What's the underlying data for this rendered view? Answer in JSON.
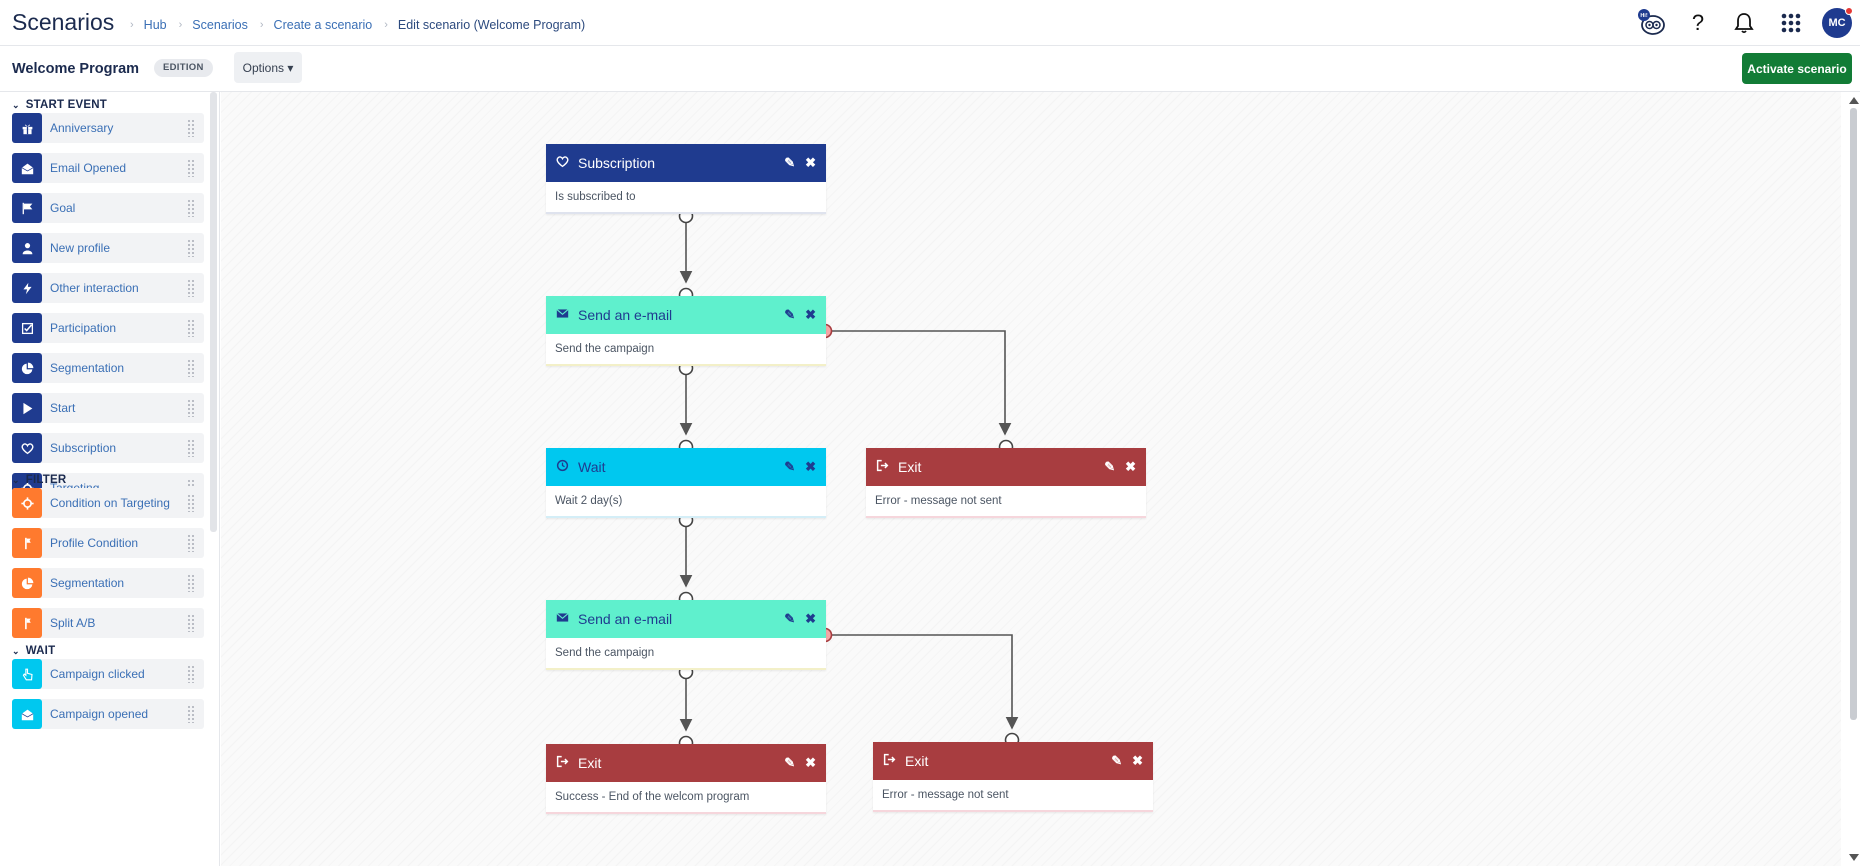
{
  "header": {
    "app_title": "Scenarios",
    "breadcrumbs": [
      "Hub",
      "Scenarios",
      "Create a scenario",
      "Edit scenario (Welcome Program)"
    ],
    "avatar_initials": "MC",
    "help_glyph": "?",
    "owl_badge": "Hi!"
  },
  "toolbar": {
    "scenario_name": "Welcome Program",
    "mode_badge": "EDITION",
    "options_label": "Options ▾",
    "activate_label": "Activate scenario"
  },
  "sidebar": {
    "sections": [
      {
        "title": "START EVENT",
        "color": "#1f3b8f",
        "items": [
          {
            "label": "Anniversary",
            "icon": "gift-icon"
          },
          {
            "label": "Email Opened",
            "icon": "envelope-open-icon"
          },
          {
            "label": "Goal",
            "icon": "flag-icon"
          },
          {
            "label": "New profile",
            "icon": "user-icon"
          },
          {
            "label": "Other interaction",
            "icon": "bolt-icon"
          },
          {
            "label": "Participation",
            "icon": "checkbox-icon"
          },
          {
            "label": "Segmentation",
            "icon": "pie-icon"
          },
          {
            "label": "Start",
            "icon": "play-icon"
          },
          {
            "label": "Subscription",
            "icon": "heart-icon"
          },
          {
            "label": "Targeting",
            "icon": "crosshair-icon"
          }
        ]
      },
      {
        "title": "FILTER",
        "color": "#ff7a2e",
        "items": [
          {
            "label": "Condition on Targeting",
            "icon": "crosshair-icon"
          },
          {
            "label": "Profile Condition",
            "icon": "branch-icon"
          },
          {
            "label": "Segmentation",
            "icon": "pie-icon"
          },
          {
            "label": "Split A/B",
            "icon": "branch-icon"
          }
        ]
      },
      {
        "title": "WAIT",
        "color": "#00c8ef",
        "items": [
          {
            "label": "Campaign clicked",
            "icon": "pointer-icon"
          },
          {
            "label": "Campaign opened",
            "icon": "envelope-open-icon"
          }
        ]
      }
    ]
  },
  "canvas": {
    "nodes": [
      {
        "id": "n1",
        "type": "navy",
        "title": "Subscription",
        "icon": "heart-icon",
        "body": "Is subscribed to"
      },
      {
        "id": "n2",
        "type": "mint",
        "title": "Send an e-mail",
        "icon": "envelope-icon",
        "body": "Send the campaign"
      },
      {
        "id": "n3",
        "type": "cyan",
        "title": "Wait",
        "icon": "clock-icon",
        "body": "Wait 2 day(s)"
      },
      {
        "id": "n4",
        "type": "red",
        "title": "Exit",
        "icon": "exit-icon",
        "body": "Error - message not sent"
      },
      {
        "id": "n5",
        "type": "mint",
        "title": "Send an e-mail",
        "icon": "envelope-icon",
        "body": "Send the campaign"
      },
      {
        "id": "n6",
        "type": "red",
        "title": "Exit",
        "icon": "exit-icon",
        "body": "Success - End of the welcom program"
      },
      {
        "id": "n7",
        "type": "red",
        "title": "Exit",
        "icon": "exit-icon",
        "body": "Error - message not sent"
      }
    ],
    "node_actions": {
      "edit": "✎",
      "delete": "✖"
    }
  },
  "colors": {
    "navy": "#1f3b8f",
    "mint": "#5ff0cd",
    "cyan": "#00c8ef",
    "red": "#a83d40",
    "orange": "#ff7a2e",
    "activate": "#127c36",
    "error_port": "#f4a6a6"
  }
}
